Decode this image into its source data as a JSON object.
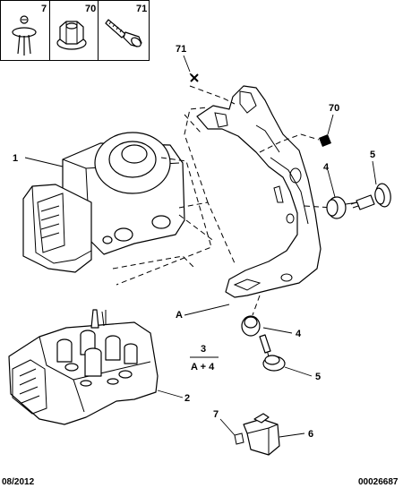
{
  "legend_boxes": [
    {
      "ref": "7",
      "icon": "push-rivet-icon"
    },
    {
      "ref": "70",
      "icon": "flange-nut-icon"
    },
    {
      "ref": "71",
      "icon": "screw-icon"
    }
  ],
  "callouts": {
    "c71": "71",
    "c70": "70",
    "c1": "1",
    "c4a": "4",
    "c5a": "5",
    "cA": "A",
    "c3": "3",
    "c3sub": "A + 4",
    "c4b": "4",
    "c5b": "5",
    "c2": "2",
    "c7": "7",
    "c6": "6"
  },
  "footer": {
    "date": "08/2012",
    "ref": "00026687"
  }
}
